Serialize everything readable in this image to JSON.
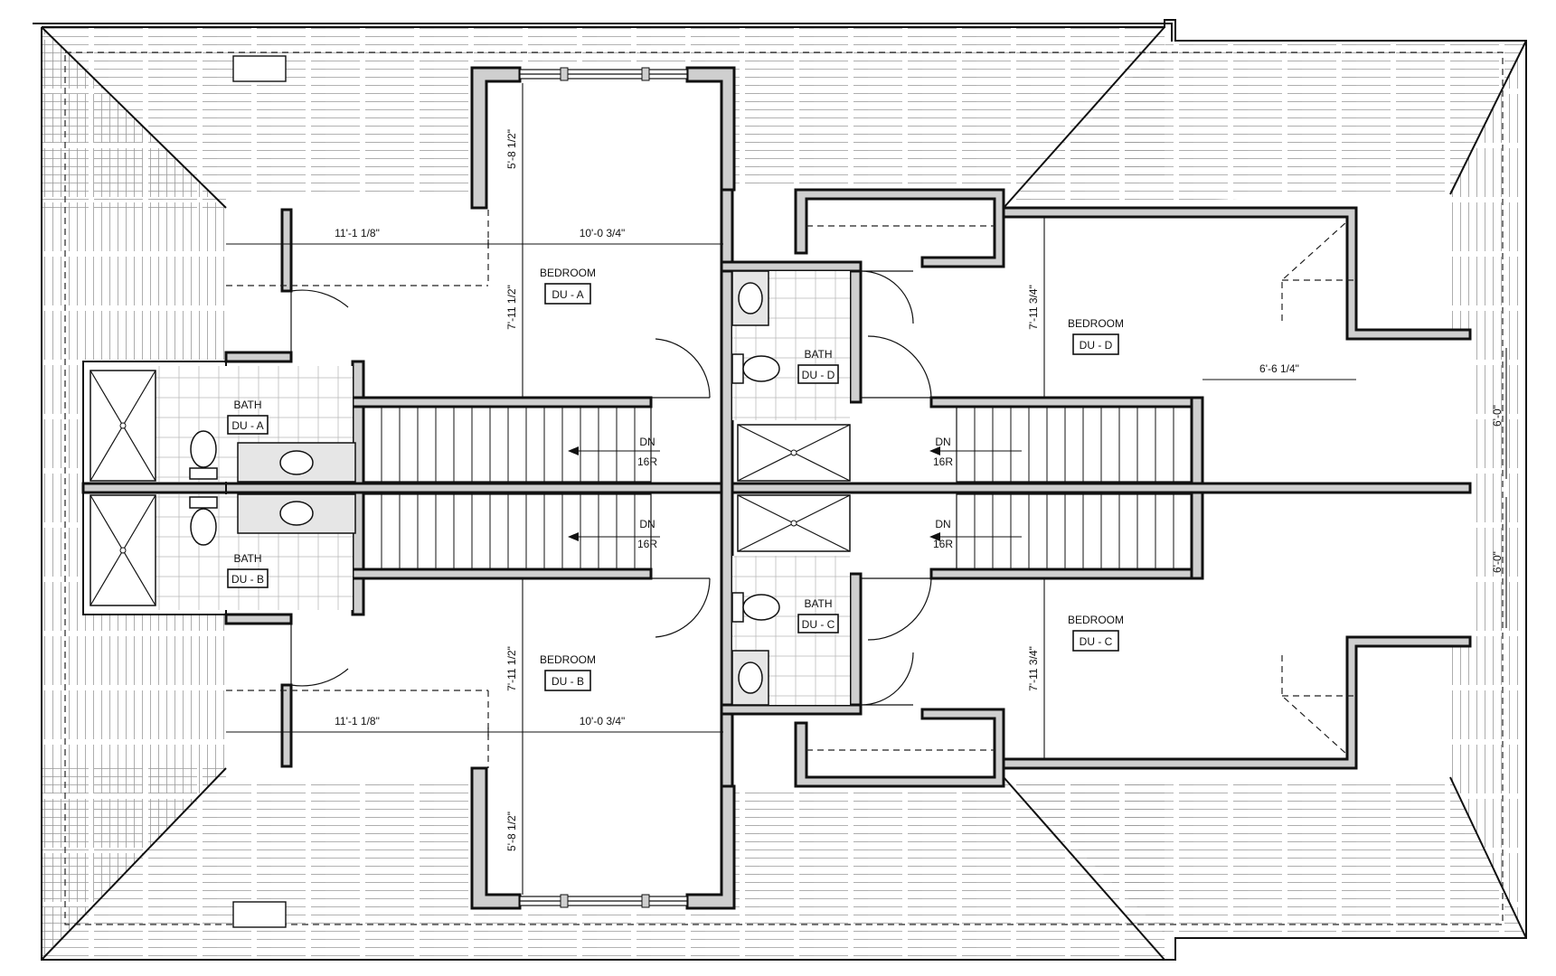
{
  "rooms": [
    {
      "label": "BEDROOM",
      "tag": "DU - A"
    },
    {
      "label": "BEDROOM",
      "tag": "DU - B"
    },
    {
      "label": "BEDROOM",
      "tag": "DU - D"
    },
    {
      "label": "BEDROOM",
      "tag": "DU - C"
    },
    {
      "label": "BATH",
      "tag": "DU - A"
    },
    {
      "label": "BATH",
      "tag": "DU - B"
    },
    {
      "label": "BATH",
      "tag": "DU - D"
    },
    {
      "label": "BATH",
      "tag": "DU - C"
    }
  ],
  "stairs": [
    {
      "label": "DN",
      "risers": "16R"
    },
    {
      "label": "DN",
      "risers": "16R"
    },
    {
      "label": "DN",
      "risers": "16R"
    },
    {
      "label": "DN",
      "risers": "16R"
    }
  ],
  "dimensions": {
    "width_left_top": "11'-1 1/8\"",
    "width_mid_top": "10'-0 3/4\"",
    "width_left_bottom": "11'-1 1/8\"",
    "width_mid_bottom": "10'-0 3/4\"",
    "dormer_top": "5'-8 1/2\"",
    "dormer_bottom": "5'-8 1/2\"",
    "bed_a_depth": "7'-11 1/2\"",
    "bed_b_depth": "7'-11 1/2\"",
    "bed_d_depth": "7'-11 3/4\"",
    "bed_c_depth": "7'-11 3/4\"",
    "bed_d_width": "6'-6 1/4\"",
    "right_upper": "6'-0\"",
    "right_lower": "6'-0\""
  },
  "colors": {
    "wall_fill": "#cfcfcf",
    "line": "#111111",
    "background": "#ffffff"
  }
}
